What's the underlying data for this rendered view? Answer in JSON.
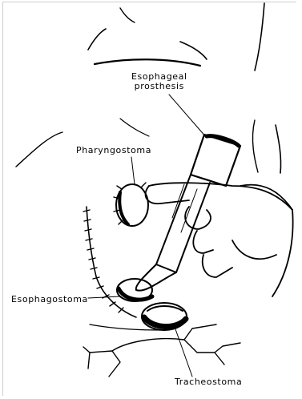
{
  "labels": {
    "esophageal_line1": "Esophageal",
    "esophageal_line2": "prosthesis",
    "pharyngostoma": "Pharyngostoma",
    "esophagostoma": "Esophagostoma",
    "tracheostoma": "Tracheostoma"
  },
  "colors": {
    "ink": "#000000",
    "background": "#ffffff"
  }
}
